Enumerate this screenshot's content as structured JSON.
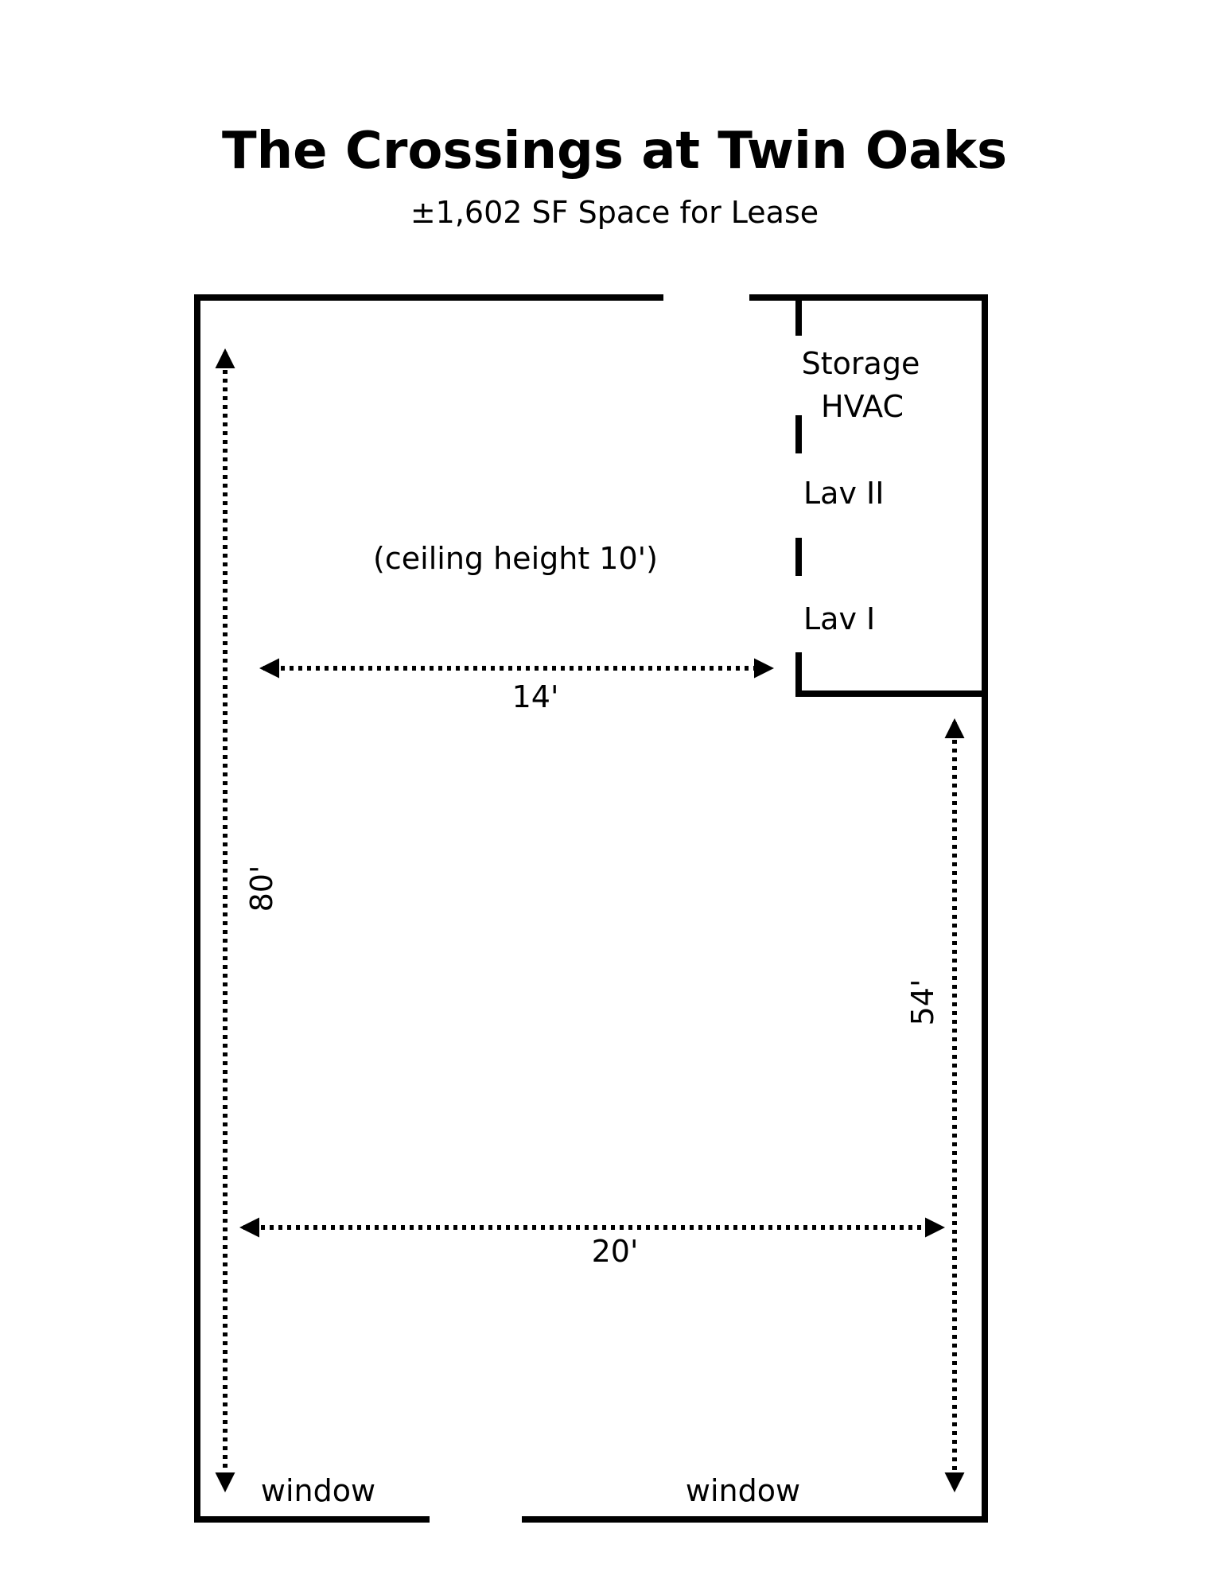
{
  "header": {
    "title": "The Crossings at Twin Oaks",
    "subtitle": "±1,602 SF Space for Lease"
  },
  "rooms": {
    "storage": "Storage",
    "hvac": "HVAC",
    "lav2": "Lav II",
    "lav1": "Lav I"
  },
  "notes": {
    "ceiling": "(ceiling height 10')"
  },
  "dimensions": {
    "length_total": "80'",
    "length_partial": "54'",
    "width_top": "14'",
    "width_bottom": "20'"
  },
  "windows": {
    "left": "window",
    "right": "window"
  },
  "colors": {
    "ink": "#000000",
    "background": "#ffffff"
  }
}
